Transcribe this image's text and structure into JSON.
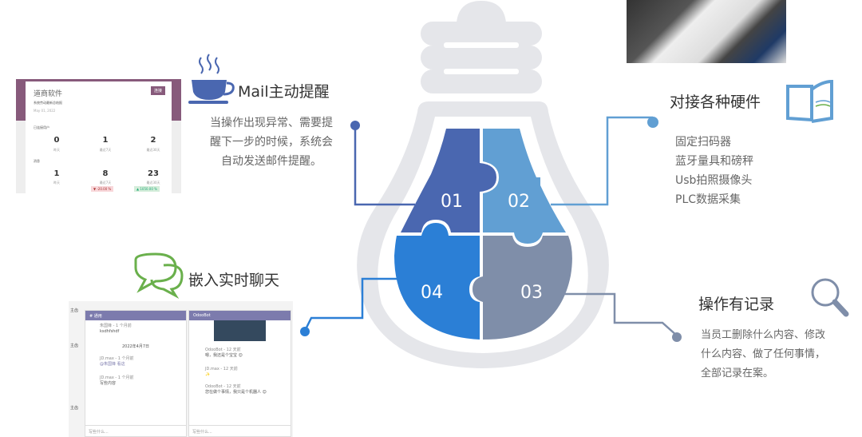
{
  "sections": [
    {
      "num": "01",
      "title": "Mail主动提醒",
      "desc": [
        "当操作出现异常、需要提",
        "醒下一步的时候，系统会",
        "自动发送邮件提醒。"
      ],
      "color": "#4a67b0"
    },
    {
      "num": "02",
      "title": "对接各种硬件",
      "desc": [
        "固定扫码器",
        "蓝牙量具和磅秤",
        "Usb拍照摄像头",
        "PLC数据采集"
      ],
      "color": "#619fd3"
    },
    {
      "num": "03",
      "title": "操作有记录",
      "desc": [
        "当员工删除什么内容、修改",
        "什么内容、做了任何事情，",
        "全部记录在案。"
      ],
      "color": "#7f8ea9"
    },
    {
      "num": "04",
      "title": "嵌入实时聊天",
      "color": "#2b7fd6"
    }
  ],
  "dashboard": {
    "app": "道商软件",
    "button": "连接",
    "subtitle": "系统劳动最新总结报",
    "date": "May 01, 2022",
    "group1": "已连接用户",
    "group2": "消息",
    "row1": [
      "0",
      "1",
      "2"
    ],
    "row2": [
      "1",
      "8",
      "23"
    ],
    "labels": [
      "昨天",
      "最近7天",
      "最近30天"
    ],
    "badge_down": "▼ -20.00 %",
    "badge_up": "▲ 1050.00 %"
  },
  "chat": {
    "left_title": "# 通用",
    "right_title": "OdooBot",
    "date_sep": "2022年4月7日",
    "messages_left": [
      {
        "user": "朱国锋 - 1 个月前",
        "text": "ksdhfshdf"
      },
      {
        "user": "JD.max - 1 个月前",
        "text": "@朱国锋 看这"
      },
      {
        "user": "JD.max - 1 个月前",
        "text": "写些内容"
      }
    ],
    "messages_right": [
      {
        "user": "OdooBot - 12 天前",
        "text": "嗯，我还是个宝宝 😊"
      },
      {
        "user": "JD.max - 12 天前",
        "text": "✨"
      },
      {
        "user": "OdooBot - 12 天前",
        "text": "您在做个事情，我只是个机器人 😊"
      }
    ],
    "placeholder": "写些什么...",
    "sidebar_label": "主齿"
  }
}
